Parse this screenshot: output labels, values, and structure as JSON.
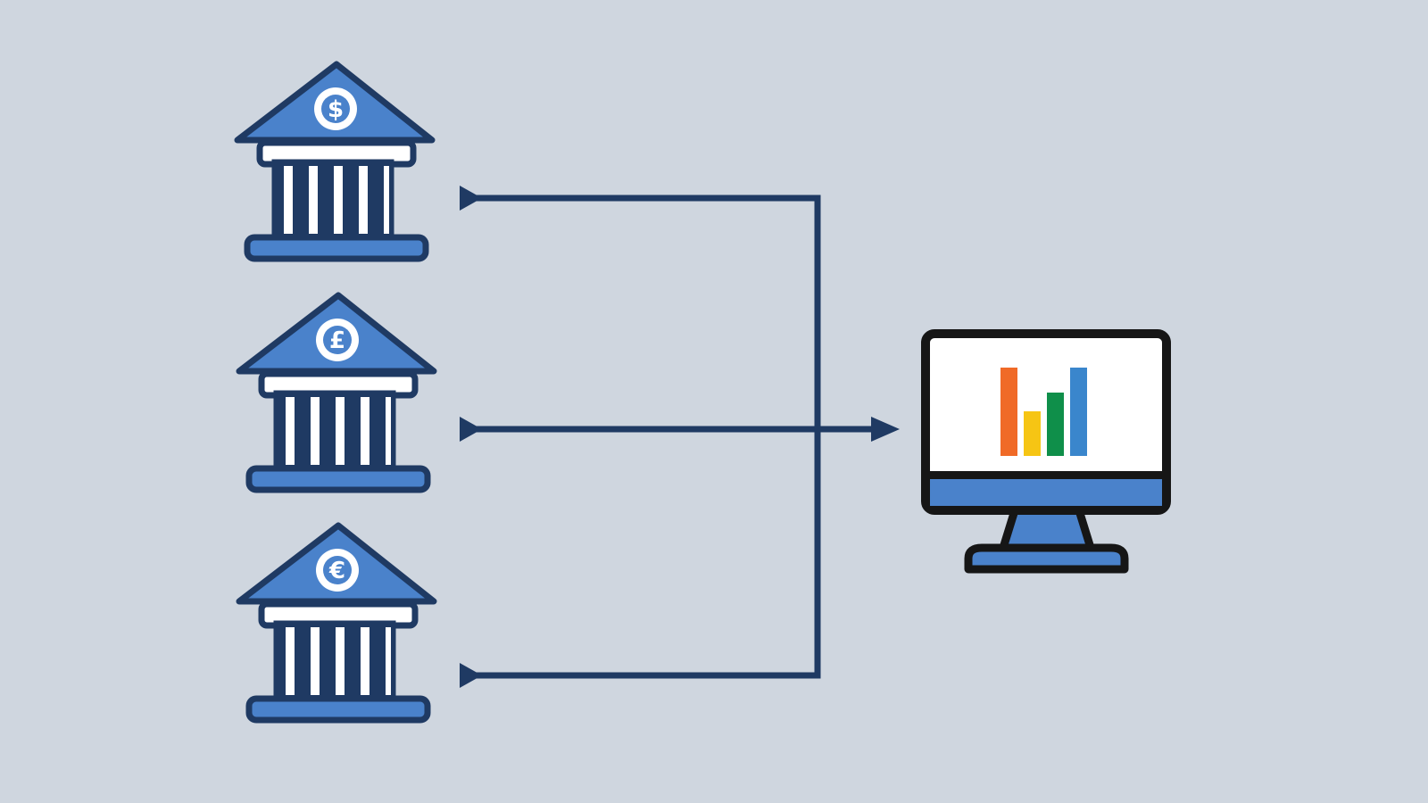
{
  "colors": {
    "background": "#cfd6df",
    "navy": "#1f3a63",
    "blue": "#4a82cb",
    "white": "#ffffff",
    "monitor_frame": "#161616",
    "bars": [
      "#f06a27",
      "#f6c514",
      "#0f8f4a",
      "#3a86cc"
    ]
  },
  "banks": [
    {
      "symbol": "$",
      "currency_icon": "dollar-coin-icon"
    },
    {
      "symbol": "£",
      "currency_icon": "pound-coin-icon"
    },
    {
      "symbol": "€",
      "currency_icon": "euro-coin-icon"
    }
  ],
  "monitor": {
    "icon": "monitor-icon",
    "chart_icon": "bar-chart-icon",
    "bar_levels": [
      1.0,
      0.5,
      0.72,
      1.0
    ]
  },
  "connectors": {
    "flow": "banks-to-analytics",
    "bank_arrowheads": "pointing-right",
    "monitor_arrowhead": "pointing-right"
  }
}
